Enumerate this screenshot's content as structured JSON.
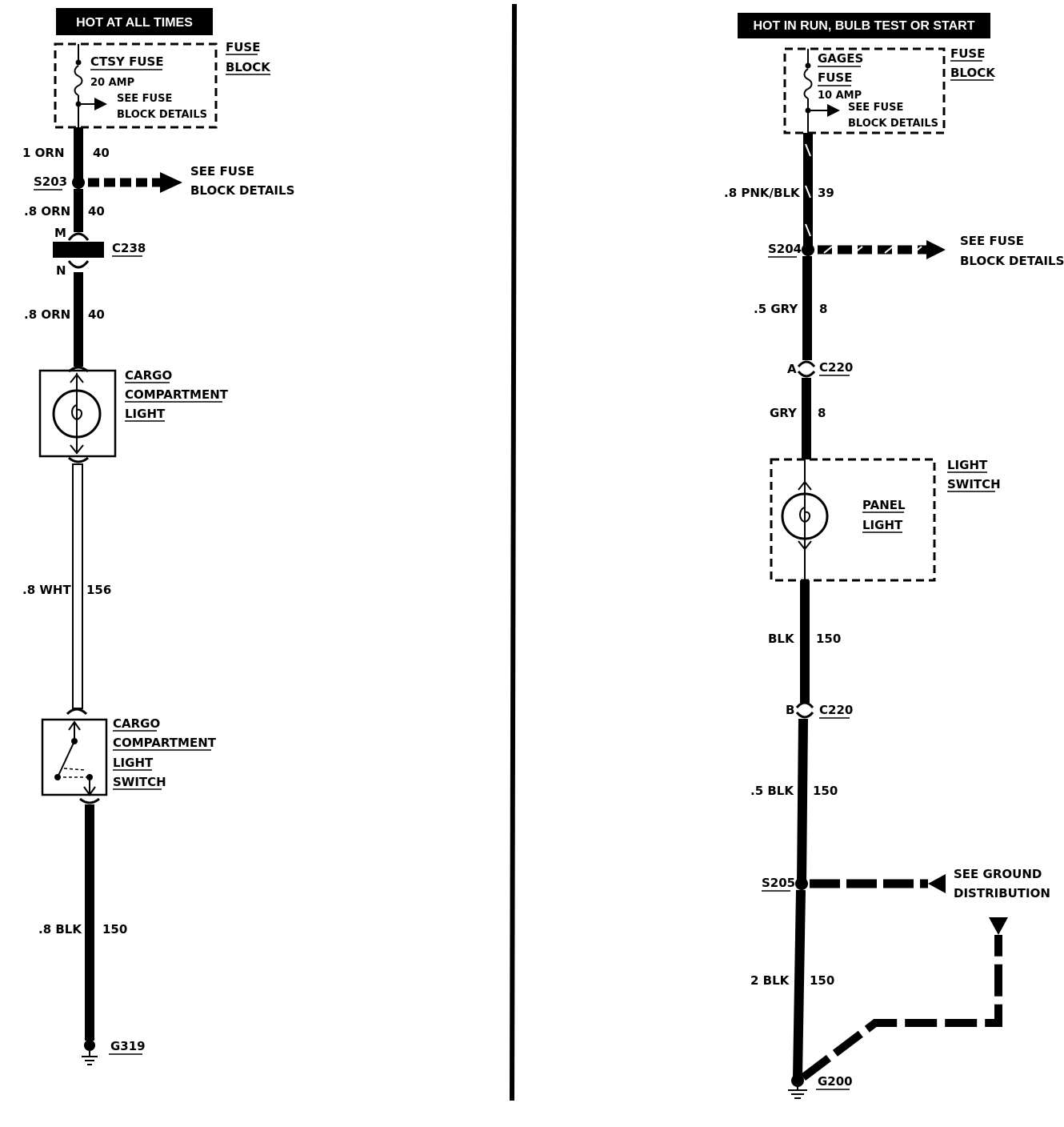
{
  "left": {
    "banner": "HOT AT ALL TIMES",
    "fuse_block_label": [
      "FUSE",
      "BLOCK"
    ],
    "fuse_name": "CTSY FUSE",
    "fuse_rating": "20 AMP",
    "fuse_see_details": [
      "SEE FUSE",
      "BLOCK DETAILS"
    ],
    "wire1_gauge": "1 ORN",
    "wire1_circuit": "40",
    "splice": "S203",
    "splice_see_details": [
      "SEE FUSE",
      "BLOCK DETAILS"
    ],
    "wire2_gauge": ".8 ORN",
    "wire2_circuit": "40",
    "connector_pin_top": "M",
    "connector": "C238",
    "connector_pin_bottom": "N",
    "wire3_gauge": ".8 ORN",
    "wire3_circuit": "40",
    "lamp_label": [
      "CARGO",
      "COMPARTMENT",
      "LIGHT"
    ],
    "wire4_gauge": ".8 WHT",
    "wire4_circuit": "156",
    "switch_label": [
      "CARGO",
      "COMPARTMENT",
      "LIGHT",
      "SWITCH"
    ],
    "wire5_gauge": ".8 BLK",
    "wire5_circuit": "150",
    "ground": "G319"
  },
  "right": {
    "banner": "HOT IN RUN, BULB TEST OR START",
    "fuse_block_label": [
      "FUSE",
      "BLOCK"
    ],
    "fuse_name": [
      "GAGES",
      "FUSE"
    ],
    "fuse_rating": "10 AMP",
    "fuse_see_details": [
      "SEE FUSE",
      "BLOCK DETAILS"
    ],
    "wire1_gauge": ".8 PNK/BLK",
    "wire1_circuit": "39",
    "splice1": "S204",
    "splice1_see_details": [
      "SEE FUSE",
      "BLOCK DETAILS"
    ],
    "wire2_gauge": ".5 GRY",
    "wire2_circuit": "8",
    "connector1_pin": "A",
    "connector1": "C220",
    "wire3_gauge": "GRY",
    "wire3_circuit": "8",
    "switch_block_label": [
      "LIGHT",
      "SWITCH"
    ],
    "lamp_label": [
      "PANEL",
      "LIGHT"
    ],
    "wire4_gauge": "BLK",
    "wire4_circuit": "150",
    "connector2_pin": "B",
    "connector2": "C220",
    "wire5_gauge": ".5 BLK",
    "wire5_circuit": "150",
    "splice2": "S205",
    "splice2_see": [
      "SEE GROUND",
      "DISTRIBUTION"
    ],
    "wire6_gauge": "2 BLK",
    "wire6_circuit": "150",
    "ground": "G200"
  }
}
